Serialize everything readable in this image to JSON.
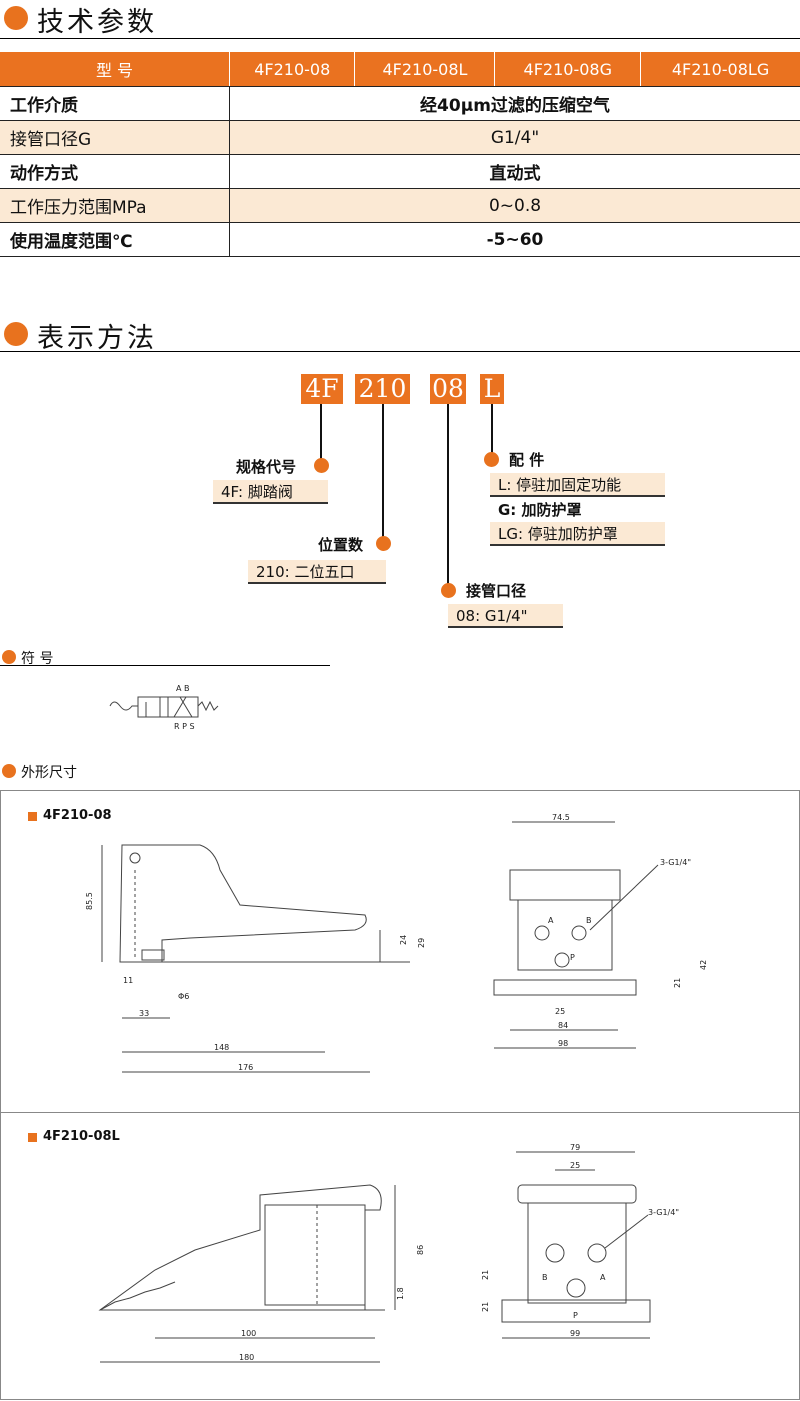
{
  "sections": {
    "tech_params": "技术参数",
    "notation": "表示方法",
    "symbol": "符  号",
    "dimensions": "外形尺寸"
  },
  "spec_table": {
    "header_label": "型      号",
    "models": [
      "4F210-08",
      "4F210-08L",
      "4F210-08G",
      "4F210-08LG"
    ],
    "rows": [
      {
        "label": "工作介质",
        "value": "经40μm过滤的压缩空气"
      },
      {
        "label": "接管口径G",
        "value": "G1/4\""
      },
      {
        "label": "动作方式",
        "value": "直动式"
      },
      {
        "label": "工作压力范围MPa",
        "value": "0~0.8"
      },
      {
        "label": "使用温度范围℃",
        "value": "-5~60"
      }
    ]
  },
  "notation": {
    "codes": [
      "4F",
      "210",
      "08",
      "L"
    ],
    "spec_code": {
      "title": "规格代号",
      "desc": "4F: 脚踏阀"
    },
    "position": {
      "title": "位置数",
      "desc": "210: 二位五口"
    },
    "port": {
      "title": "接管口径",
      "desc": "08: G1/4\""
    },
    "accessory": {
      "title": "配  件",
      "options": [
        "L: 停驻加固定功能",
        "G: 加防护罩",
        "LG: 停驻加防护罩"
      ]
    }
  },
  "symbol_ports": {
    "top": "A  B",
    "bottom": "R  P  S"
  },
  "drawings": {
    "d1": {
      "model": "4F210-08",
      "side": {
        "h85": "85.5",
        "h24": "24",
        "h29": "29",
        "w11": "11",
        "phi6": "Φ6",
        "w33": "33",
        "w148": "148",
        "w176": "176"
      },
      "front": {
        "w745": "74.5",
        "ports": "3-G1/4\"",
        "a": "A",
        "b": "B",
        "p": "P",
        "w25": "25",
        "w84": "84",
        "w98": "98",
        "h21": "21",
        "h42": "42"
      }
    },
    "d2": {
      "model": "4F210-08L",
      "side": {
        "h86": "86",
        "h18": "1.8",
        "w100": "100",
        "w180": "180"
      },
      "front": {
        "w79": "79",
        "w25": "25",
        "ports": "3-G1/4\"",
        "b": "B",
        "a": "A",
        "p": "P",
        "h21a": "21",
        "h21b": "21",
        "w99": "99"
      }
    }
  }
}
